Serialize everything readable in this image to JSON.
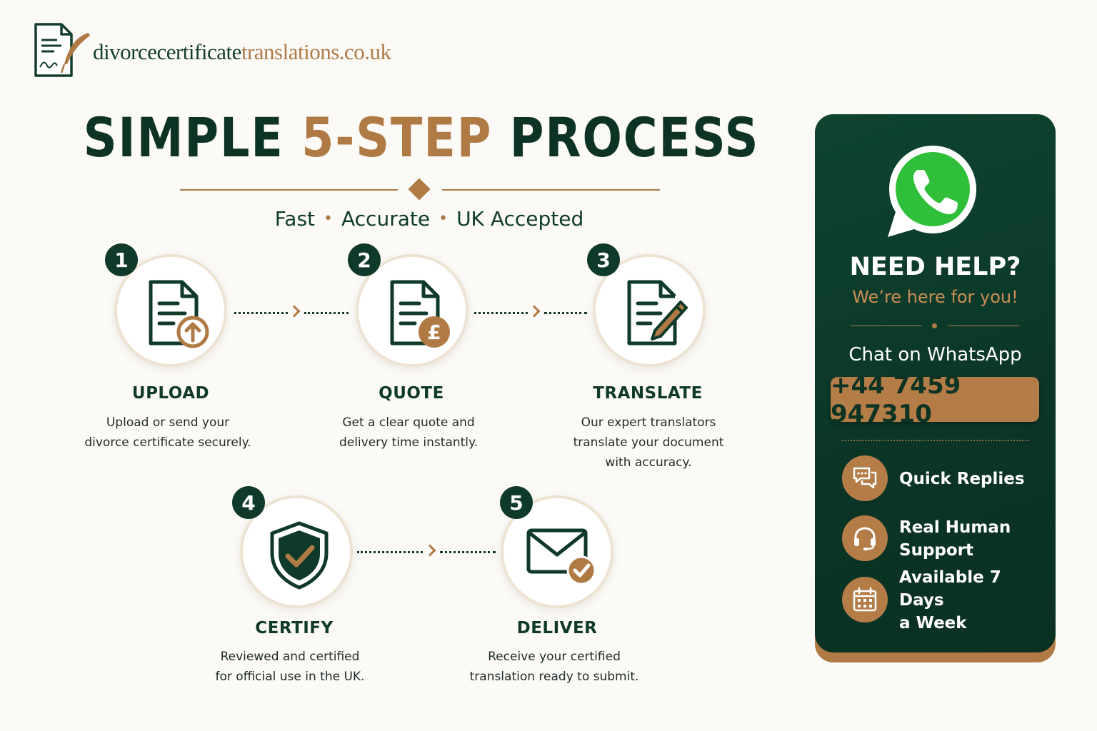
{
  "brand": {
    "name_part1": "divorcecertificate",
    "name_part2": "translations.co.uk",
    "logo_icon": "document-quill-icon"
  },
  "header": {
    "title_part1": "SIMPLE ",
    "title_highlight": "5-STEP",
    "title_part2": " PROCESS",
    "tagline": [
      "Fast",
      "Accurate",
      "UK Accepted"
    ],
    "tagline_separator": "•"
  },
  "steps": [
    {
      "number": "1",
      "title": "UPLOAD",
      "desc_line1": "Upload or send your",
      "desc_line2": "divorce certificate securely.",
      "desc_line3": "",
      "icon": "document-upload-icon"
    },
    {
      "number": "2",
      "title": "QUOTE",
      "desc_line1": "Get a clear quote and",
      "desc_line2": "delivery time instantly.",
      "desc_line3": "",
      "icon": "document-pound-icon"
    },
    {
      "number": "3",
      "title": "TRANSLATE",
      "desc_line1": "Our expert translators",
      "desc_line2": "translate your document",
      "desc_line3": "with accuracy.",
      "icon": "document-pencil-icon"
    },
    {
      "number": "4",
      "title": "CERTIFY",
      "desc_line1": "Reviewed and certified",
      "desc_line2": "for official use in the UK.",
      "desc_line3": "",
      "icon": "shield-check-icon"
    },
    {
      "number": "5",
      "title": "DELIVER",
      "desc_line1": "Receive your certified",
      "desc_line2": "translation ready to submit.",
      "desc_line3": "",
      "icon": "envelope-check-icon"
    }
  ],
  "help_panel": {
    "icon": "whatsapp-icon",
    "title": "NEED HELP?",
    "subtitle": "We’re here for you!",
    "chat_label": "Chat on WhatsApp",
    "phone": "+44 7459 947310",
    "features": [
      {
        "line1": "Quick Replies",
        "line2": "",
        "icon": "chat-bubbles-icon"
      },
      {
        "line1": "Real Human",
        "line2": "Support",
        "icon": "headset-icon"
      },
      {
        "line1": "Available 7 Days",
        "line2": "a Week",
        "icon": "calendar-icon"
      }
    ]
  },
  "colors": {
    "dark_green": "#0f3a2a",
    "gold": "#b07a45",
    "background": "#fbfaf7",
    "whatsapp_green": "#2fbf3a"
  }
}
